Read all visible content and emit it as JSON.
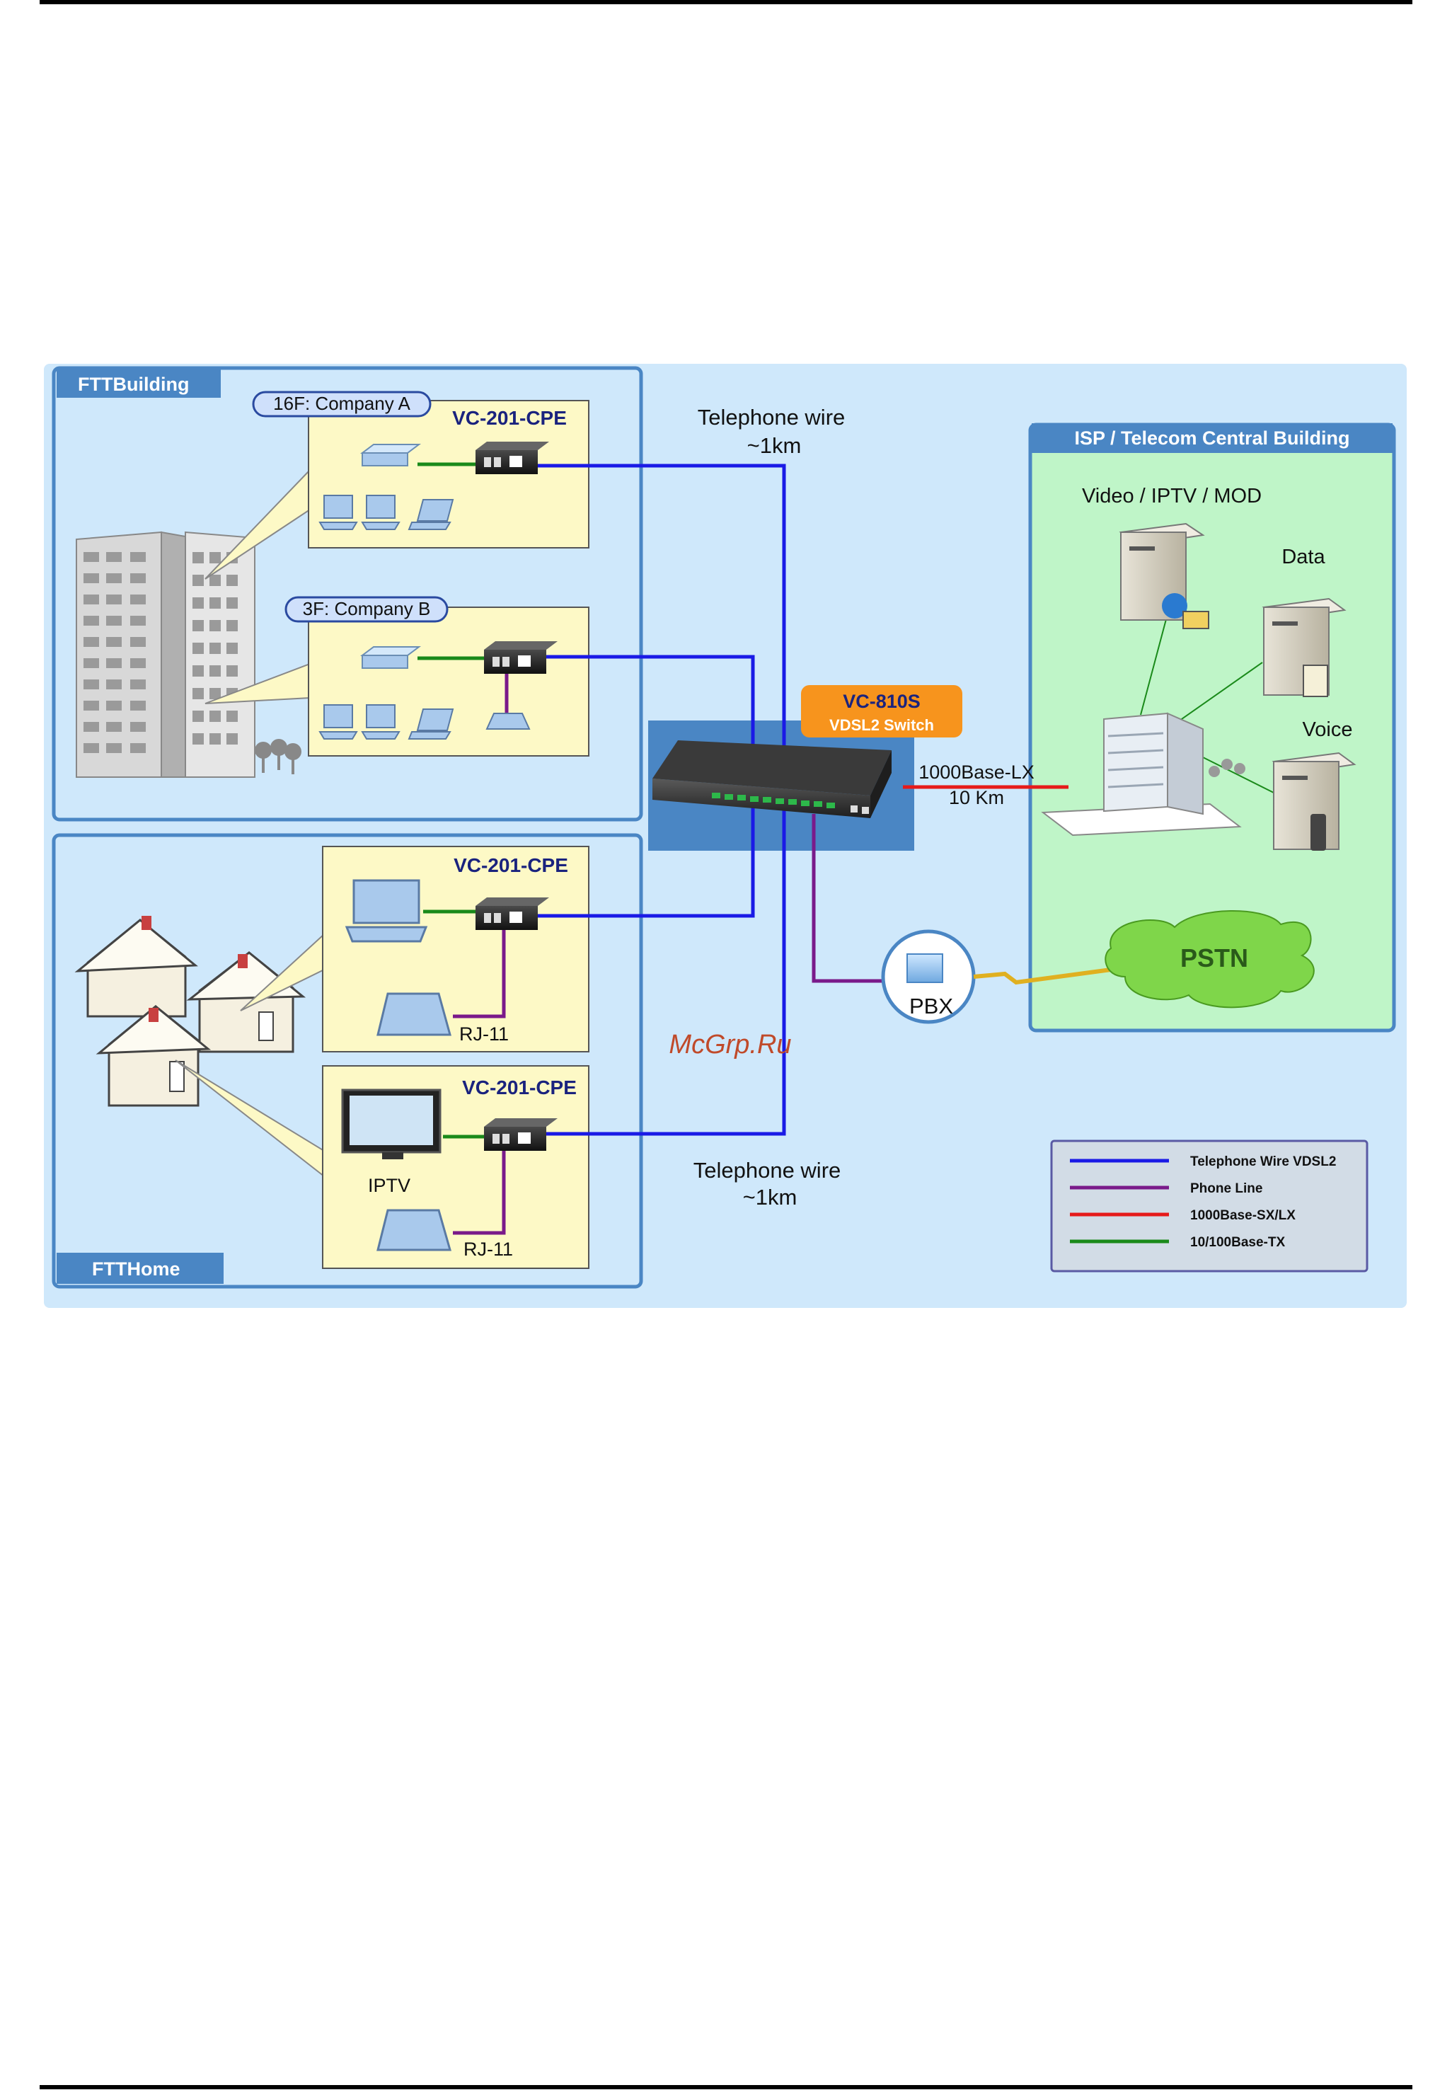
{
  "regions": {
    "fttbuilding": "FTTBuilding",
    "ftthome": "FTTHome",
    "isp": "ISP / Telecom Central Building"
  },
  "companies": {
    "a": "16F: Company A",
    "b": "3F: Company B"
  },
  "cpe_label": "VC-201-CPE",
  "switch": {
    "model": "VC-810S",
    "subtitle": "VDSL2 Switch"
  },
  "wire_labels": {
    "top_line1": "Telephone wire",
    "top_line2": "~1km",
    "bottom_line1": "Telephone wire",
    "bottom_line2": "~1km",
    "uplink_line1": "1000Base-LX",
    "uplink_line2": "10 Km"
  },
  "device_labels": {
    "rj11_1": "RJ-11",
    "rj11_2": "RJ-11",
    "iptv": "IPTV",
    "pbx": "PBX",
    "pstn": "PSTN"
  },
  "servers": {
    "video": "Video / IPTV / MOD",
    "data": "Data",
    "voice": "Voice"
  },
  "watermark": "McGrp.Ru",
  "legend": [
    {
      "label": "Telephone Wire VDSL2",
      "color": "#1a1ae6"
    },
    {
      "label": "Phone Line",
      "color": "#7a1a8a"
    },
    {
      "label": "1000Base-SX/LX",
      "color": "#e61a1a"
    },
    {
      "label": "10/100Base-TX",
      "color": "#1a8a1a"
    }
  ],
  "colors": {
    "vdsl": "#1a1ae6",
    "phone": "#7a1a8a",
    "fiber": "#e61a1a",
    "ethernet": "#1a8a1a",
    "switch_badge": "#f7941d"
  }
}
